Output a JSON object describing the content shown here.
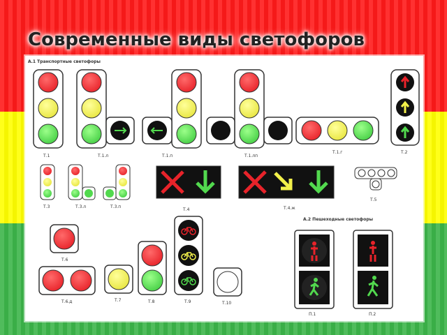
{
  "title": "Современные виды светофоров",
  "sections": {
    "transport": "А.1 Транспортные светофоры",
    "pedestrian": "А.2 Пешеходные светофоры"
  },
  "labels": {
    "t1": "Т.1",
    "t1l": "Т.1.л",
    "t1p": "Т.1.п",
    "t1lp": "Т.1.лп",
    "t1v": "Т.1.г",
    "t2": "Т.2",
    "t3": "Т.3",
    "t3l": "Т.3.л",
    "t3p": "Т.3.п",
    "t4": "Т.4",
    "t4zh": "Т.4.ж",
    "t5": "Т.5",
    "t6": "Т.6",
    "t6d": "Т.6.д",
    "t7": "Т.7",
    "t8": "Т.8",
    "t9": "Т.9",
    "t10": "Т.10",
    "p1": "П.1",
    "p2": "П.2"
  },
  "colors": {
    "red": "#ff1a1a",
    "yellow": "#ffff00",
    "green": "#3cb54a",
    "lamp_red": "#e8232a",
    "lamp_yellow": "#f2f04a",
    "lamp_green": "#52d94e"
  }
}
